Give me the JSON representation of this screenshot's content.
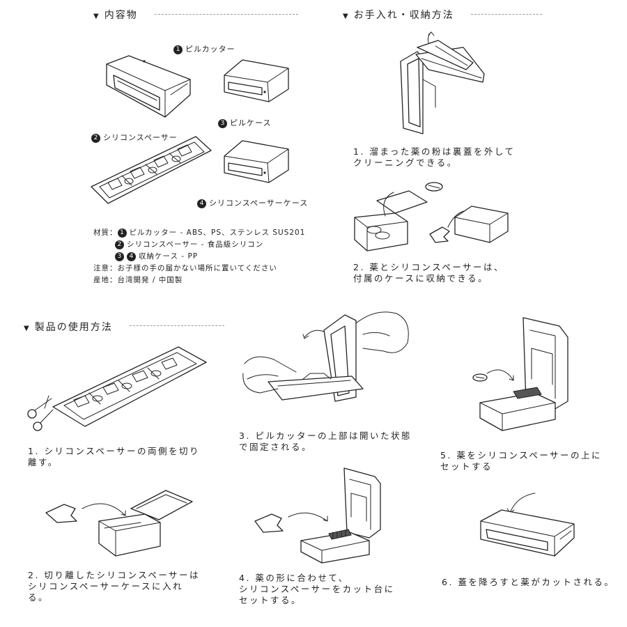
{
  "sections": {
    "contents": "内容物",
    "care": "お手入れ・収納方法",
    "usage": "製品の使用方法"
  },
  "parts": [
    {
      "num": "1",
      "label": "ピルカッター"
    },
    {
      "num": "2",
      "label": "シリコンスペーサー"
    },
    {
      "num": "3",
      "label": "ピルケース"
    },
    {
      "num": "4",
      "label": "シリコンスペーサーケース"
    }
  ],
  "specs": {
    "material_label": "材質：",
    "material_1": "ピルカッター - ABS、PS、ステンレス SUS201",
    "material_2": "シリコンスペーサー - 食品級シリコン",
    "material_34": "収納ケース - PP",
    "caution_label": "注意：",
    "caution": "お子様の手の届かない場所に置いてください",
    "origin_label": "産地：",
    "origin": "台湾開発 / 中国製"
  },
  "care_steps": [
    {
      "num": "1.",
      "text": "溜まった薬の粉は裏蓋を外して\nクリーニングできる。"
    },
    {
      "num": "2.",
      "text": "薬とシリコンスペーサーは、\n付属のケースに収納できる。"
    }
  ],
  "usage_steps": [
    {
      "num": "1.",
      "text": "シリコンスペーサーの両側を切り\n離す。"
    },
    {
      "num": "2.",
      "text": "切り離したシリコンスペーサーは\nシリコンスペーサーケースに入れ\nる。"
    },
    {
      "num": "3.",
      "text": "ピルカッターの上部は開いた状態\nで固定される。"
    },
    {
      "num": "4.",
      "text": "薬の形に合わせて、\nシリコンスペーサーをカット台に\nセットする。"
    },
    {
      "num": "5.",
      "text": "薬をシリコンスペーサーの上に\nセットする"
    },
    {
      "num": "6.",
      "text": "蓋を降ろすと薬がカットされる。"
    }
  ]
}
